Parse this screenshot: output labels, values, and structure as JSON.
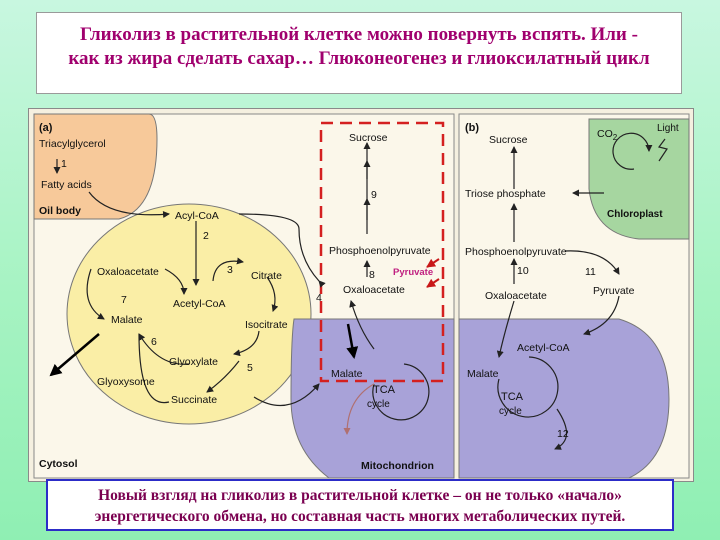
{
  "title": {
    "line1": "Гликолиз в растительной клетке можно повернуть вспять.  Или -",
    "line2": "как из жира сделать сахар… Глюконеогенез и глиоксилатный цикл"
  },
  "caption": {
    "line1": "Новый взгляд на гликолиз в растительной клетке – он не только «начало»",
    "line2": "энергетического обмена, но составная часть многих метаболических путей."
  },
  "panel_a": {
    "label": "(a)",
    "oil_body": "Oil body",
    "triacylglycerol": "Triacylglycerol",
    "step1": "1",
    "fatty_acids": "Fatty acids",
    "acyl_coa": "Acyl-CoA",
    "step2": "2",
    "oxaloacetate_glyox": "Oxaloacetate",
    "step3": "3",
    "citrate": "Citrate",
    "step7": "7",
    "acetyl_coa": "Acetyl-CoA",
    "malate_glyox": "Malate",
    "step4": "4",
    "isocitrate": "Isocitrate",
    "step6": "6",
    "glyoxylate": "Glyoxylate",
    "step5": "5",
    "glyoxysome": "Glyoxysome",
    "succinate": "Succinate",
    "sucrose": "Sucrose",
    "step9": "9",
    "pep": "Phosphoenolpyruvate",
    "step8": "8",
    "pyruvate": "Pyruvate",
    "oxaloacetate_mito": "Oxaloacetate",
    "malate_mito": "Malate",
    "tca_line1": "TCA",
    "tca_line2": "cycle",
    "cytosol": "Cytosol",
    "mitochondrion": "Mitochondrion"
  },
  "panel_b": {
    "label": "(b)",
    "sucrose": "Sucrose",
    "co2_base": "CO",
    "co2_sub": "2",
    "light": "Light",
    "triose_phosphate": "Triose phosphate",
    "chloroplast": "Chloroplast",
    "pep": "Phosphoenolpyruvate",
    "step10": "10",
    "step11": "11",
    "oxaloacetate": "Oxaloacetate",
    "pyruvate": "Pyruvate",
    "acetyl_coa": "Acetyl-CoA",
    "malate": "Malate",
    "tca_line1": "TCA",
    "tca_line2": "cycle",
    "step12": "12"
  },
  "colors": {
    "title_text": "#a0006e",
    "caption_text": "#7a0050",
    "caption_border": "#2c2cc8",
    "oil_body": "#f7c99a",
    "glyoxysome": "#faeea6",
    "mitochondrion": "#a8a2d8",
    "chloroplast": "#a6d6a0",
    "dashed_box": "#d42020",
    "pyruvate_text": "#c02080"
  }
}
